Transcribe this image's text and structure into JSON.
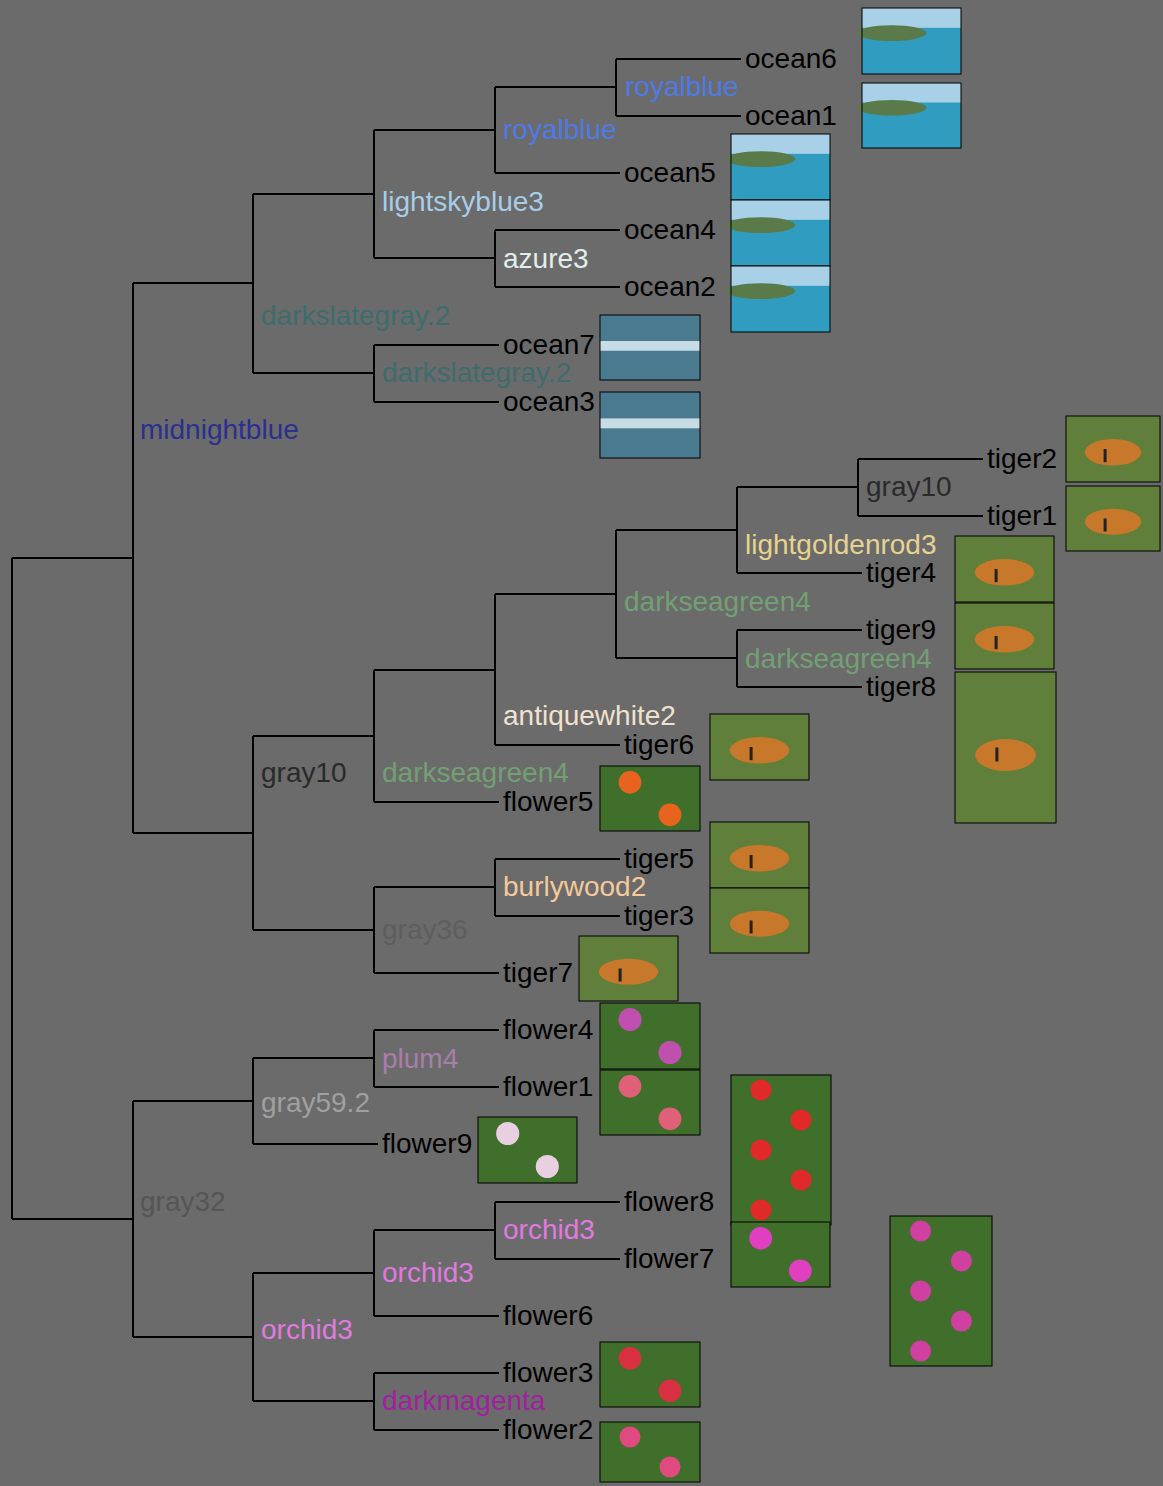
{
  "diagram": {
    "labels": [
      "ocean6",
      "royalblue",
      "ocean1",
      "royalblue",
      "ocean5",
      "lightskyblue3",
      "ocean4",
      "azure3",
      "ocean2",
      "darkslategray.2",
      "ocean7",
      "darkslategray.2",
      "ocean3",
      "midnightblue",
      "tiger2",
      "gray10",
      "tiger1",
      "lightgoldenrod3",
      "tiger4",
      "darkseagreen4",
      "tiger9",
      "darkseagreen4",
      "tiger8",
      "antiquewhite2",
      "tiger6",
      "gray10",
      "darkseagreen4",
      "flower5",
      "tiger5",
      "burlywood2",
      "tiger3",
      "gray36",
      "tiger7",
      "flower4",
      "plum4",
      "flower1",
      "gray59.2",
      "flower9",
      "gray32",
      "flower8",
      "orchid3",
      "flower7",
      "orchid3",
      "flower6",
      "orchid3",
      "flower3",
      "darkmagenta",
      "flower2"
    ]
  }
}
